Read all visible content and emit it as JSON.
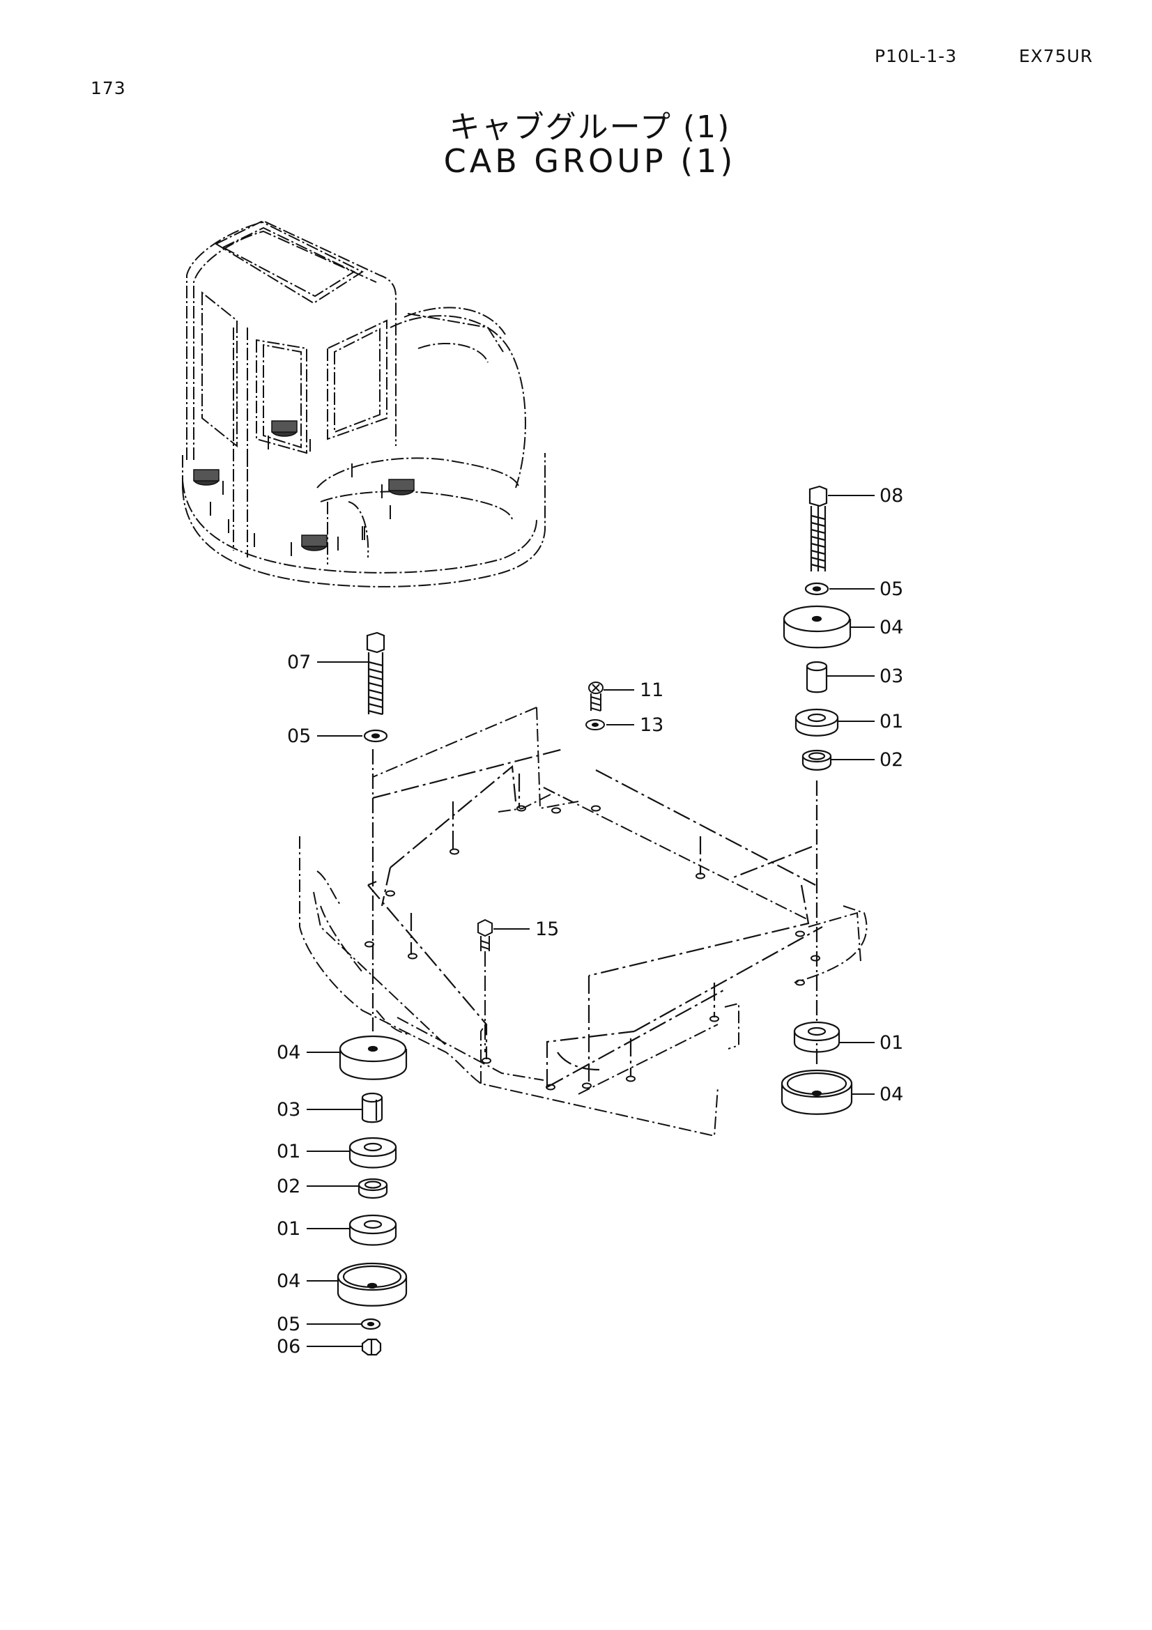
{
  "header": {
    "page_number": "173",
    "doc_code": "P10L-1-3",
    "model": "EX75UR"
  },
  "title": {
    "japanese": "キャブグループ (1)",
    "english": "CAB GROUP (1)"
  },
  "callouts": {
    "c08_top": "08",
    "c05_top": "05",
    "c04_top": "04",
    "c03_top": "03",
    "c01_top": "01",
    "c02_top": "02",
    "c07": "07",
    "c05_left": "05",
    "c11": "11",
    "c13": "13",
    "c15": "15",
    "c04_left": "04",
    "c03_left": "03",
    "c01_left_a": "01",
    "c02_left": "02",
    "c01_left_b": "01",
    "c04_left_b": "04",
    "c05_left_b": "05",
    "c06": "06",
    "c01_right": "01",
    "c04_right": "04"
  }
}
